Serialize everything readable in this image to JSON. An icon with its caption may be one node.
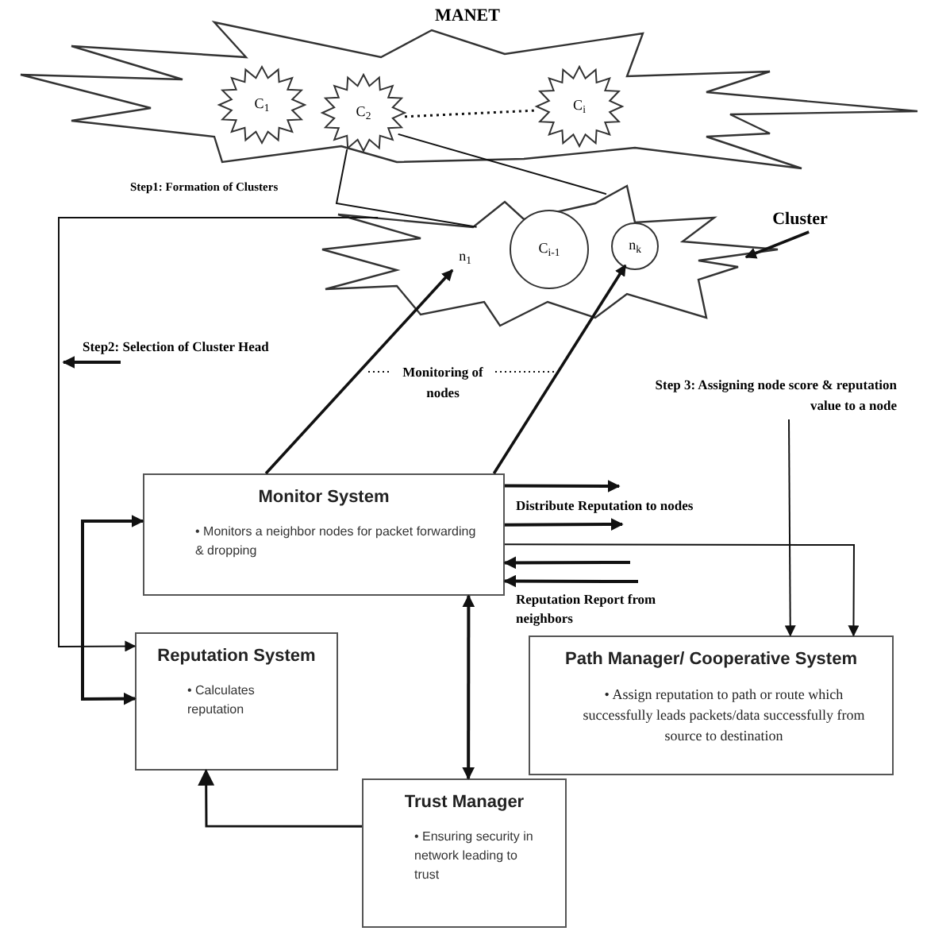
{
  "diagram": {
    "nodes": [
      {
        "text": [
          "MANET"
        ]
      },
      {
        "text": [
          "C$_{1}$"
        ],
        "in": 0
      },
      {
        "text": [
          "C$_{2}$"
        ],
        "in": 0
      },
      {
        "text": [
          "C$_{i}$"
        ],
        "in": 0
      },
      {
        "text": [],
        "shape": "star"
      },
      {
        "text": [
          "n$_{1}$"
        ],
        "in": 4
      },
      {
        "text": [
          "C$_{i-1}$"
        ],
        "in": 4
      },
      {
        "text": [
          "n$_{k}$"
        ],
        "in": 4
      },
      {
        "text": [
          "Cluster"
        ]
      },
      {
        "text": [
          "Step 3: Assigning node score & reputation value to a node"
        ]
      },
      {
        "text": [
          "Monitor System",
          "• Monitors a neighbor nodes for packet forwarding & dropping"
        ]
      },
      {
        "text": [
          "Reputation System",
          "• Calculates reputation"
        ]
      },
      {
        "text": [
          "Path Manager/ Cooperative System",
          "• Assign reputation to path or route which successfully leads packets/data successfully from source to destination"
        ]
      },
      {
        "text": [
          "Trust Manager",
          "• Ensuring security in network leading to trust"
        ]
      }
    ],
    "edges": [
      {
        "from": 2,
        "to": 4,
        "arrow": "none"
      },
      {
        "from": 2,
        "to": 4,
        "arrow": "none"
      },
      {
        "from": 2,
        "to": 3,
        "arrow": "none",
        "style": "dashed"
      },
      {
        "from": 8,
        "to": 4,
        "arrow": "to"
      },
      {
        "from": 4,
        "to": 11,
        "arrow": "to"
      },
      {
        "from": 10,
        "to": 5,
        "arrow": "to"
      },
      {
        "from": 10,
        "to": 7,
        "arrow": "to"
      },
      {
        "from": 10,
        "to": null,
        "arrow": "to",
        "label": "Distribute Reputation to nodes"
      },
      {
        "from": 10,
        "to": null,
        "arrow": "to"
      },
      {
        "from": null,
        "to": 10,
        "arrow": "to"
      },
      {
        "from": null,
        "to": 10,
        "arrow": "to",
        "label": "Reputation Report from neighbors"
      },
      {
        "from": 10,
        "to": 12,
        "arrow": "to"
      },
      {
        "from": 9,
        "to": 12,
        "arrow": "to"
      },
      {
        "from": 10,
        "to": 13,
        "arrow": "both"
      },
      {
        "from": 10,
        "to": 11,
        "arrow": "both"
      },
      {
        "from": 13,
        "to": 11,
        "arrow": "to"
      }
    ],
    "labels": [
      "Step1: Formation of Clusters",
      "Step2: Selection of Cluster Head",
      "Monitoring of nodes"
    ]
  }
}
